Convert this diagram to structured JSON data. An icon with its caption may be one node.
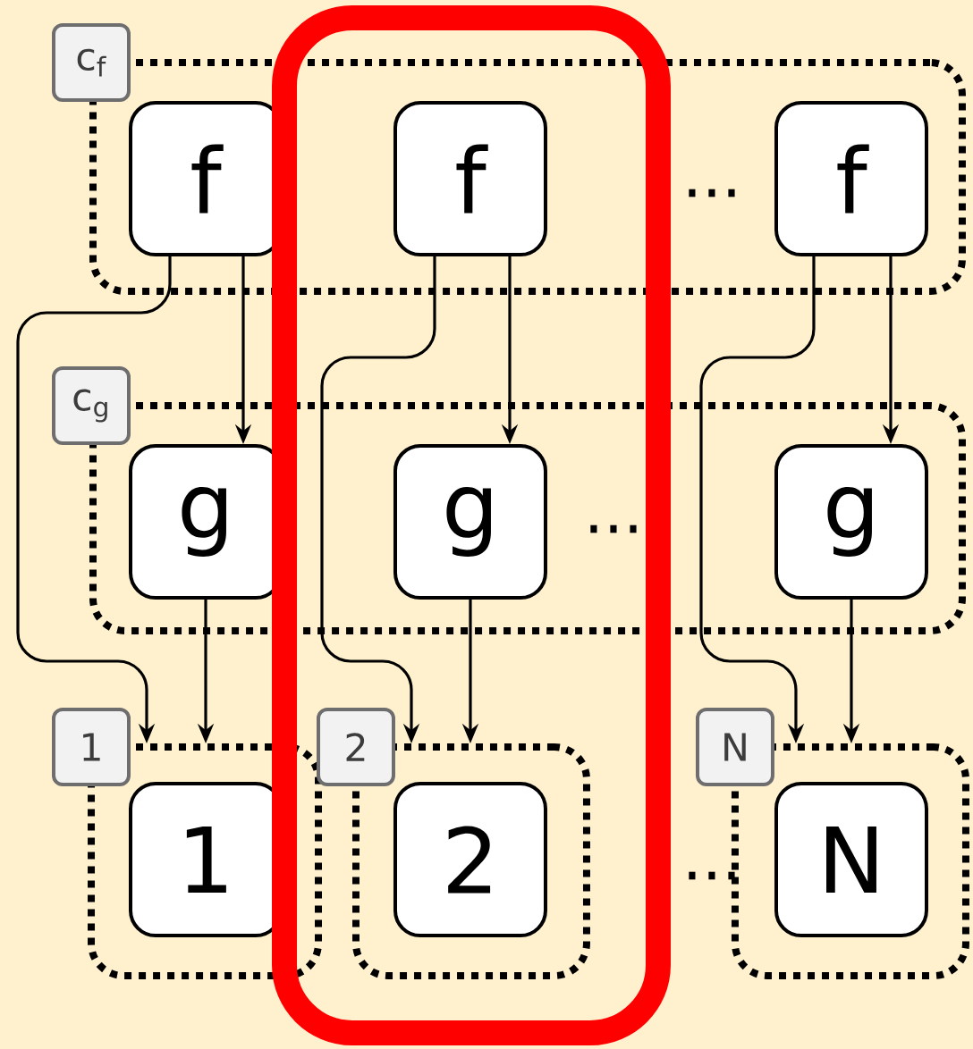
{
  "diagram": {
    "nodes": [
      {
        "text": [
          "c$_{f}$"
        ]
      },
      {
        "text": [
          "f"
        ],
        "in": 0
      },
      {
        "text": [
          "f"
        ],
        "in": 0
      },
      {
        "text": [
          "f"
        ],
        "in": 0
      },
      {
        "text": [
          "c$_{g}$"
        ]
      },
      {
        "text": [
          "g"
        ],
        "in": 4
      },
      {
        "text": [
          "g"
        ],
        "in": 4
      },
      {
        "text": [
          "g"
        ],
        "in": 4
      },
      {
        "text": [
          "1"
        ]
      },
      {
        "text": [
          "1"
        ],
        "in": 8
      },
      {
        "text": [
          "2"
        ]
      },
      {
        "text": [
          "2"
        ],
        "in": 10
      },
      {
        "text": [
          "N"
        ]
      },
      {
        "text": [
          "N"
        ],
        "in": 12
      }
    ],
    "edges": [
      {
        "from": 1,
        "to": 5,
        "arrow": "to"
      },
      {
        "from": 1,
        "to": 8,
        "arrow": "to"
      },
      {
        "from": 5,
        "to": 8,
        "arrow": "to"
      },
      {
        "from": 2,
        "to": 6,
        "arrow": "to"
      },
      {
        "from": 2,
        "to": 10,
        "arrow": "to"
      },
      {
        "from": 6,
        "to": 10,
        "arrow": "to"
      },
      {
        "from": 3,
        "to": 7,
        "arrow": "to"
      },
      {
        "from": 3,
        "to": 12,
        "arrow": "to"
      },
      {
        "from": 7,
        "to": 12,
        "arrow": "to"
      }
    ],
    "labels": [
      "...",
      "...",
      "..."
    ]
  }
}
